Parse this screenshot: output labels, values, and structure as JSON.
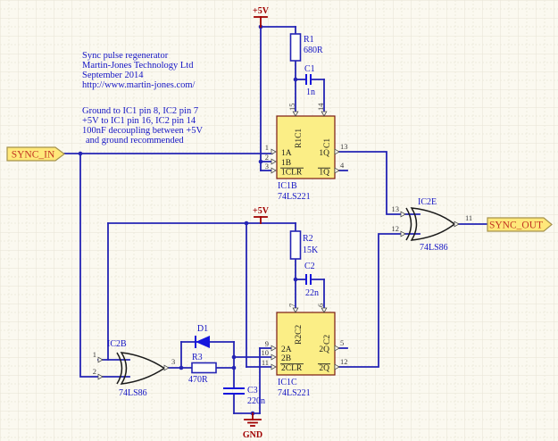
{
  "schematic": {
    "notes": {
      "title_lines": [
        "Sync pulse regenerator",
        "Martin-Jones Technology Ltd",
        "September 2014",
        "http://www.martin-jones.com/"
      ],
      "info_lines": [
        "Ground to IC1 pin 8, IC2 pin 7",
        "+5V to IC1 pin 16, IC2 pin 14",
        "100nF decoupling between +5V",
        "and ground recommended"
      ]
    },
    "ports": {
      "input": "SYNC_IN",
      "output": "SYNC_OUT"
    },
    "power": {
      "vcc_top": "+5V",
      "vcc_mid": "+5V",
      "gnd": "GND"
    },
    "ics": {
      "ic1b": {
        "designator": "IC1B",
        "part": "74LS221",
        "names": {
          "a": "1A",
          "b": "1B",
          "clr": "1CLR",
          "q": "1Q",
          "qb": "1Q",
          "rext": "R1C1",
          "cext": "C1"
        },
        "nums": {
          "a": "1",
          "b": "2",
          "clr": "3",
          "q": "13",
          "qb": "4",
          "rext": "15",
          "cext": "14"
        }
      },
      "ic1c": {
        "designator": "IC1C",
        "part": "74LS221",
        "names": {
          "a": "2A",
          "b": "2B",
          "clr": "2CLR",
          "q": "2Q",
          "qb": "2Q",
          "rext": "R2C2",
          "cext": "C2"
        },
        "nums": {
          "a": "9",
          "b": "10",
          "clr": "11",
          "q": "5",
          "qb": "12",
          "rext": "7",
          "cext": "6"
        }
      },
      "ic2b": {
        "designator": "IC2B",
        "part": "74LS86",
        "nums": {
          "in1": "1",
          "in2": "2",
          "out": "3"
        }
      },
      "ic2e": {
        "designator": "IC2E",
        "part": "74LS86",
        "nums": {
          "in1": "13",
          "in2": "12",
          "out": "11"
        }
      }
    },
    "resistors": {
      "r1": {
        "ref": "R1",
        "value": "680R"
      },
      "r2": {
        "ref": "R2",
        "value": "15K"
      },
      "r3": {
        "ref": "R3",
        "value": "470R"
      }
    },
    "capacitors": {
      "c1": {
        "ref": "C1",
        "value": "1n"
      },
      "c2": {
        "ref": "C2",
        "value": "22n"
      },
      "c3": {
        "ref": "C3",
        "value": "220n"
      }
    },
    "diodes": {
      "d1": {
        "ref": "D1"
      }
    },
    "colors": {
      "wire": "#2424B4",
      "ic_fill": "#FBEE86",
      "ic_border": "#7A1A10",
      "port_fill": "#FFE87A",
      "port_border": "#A5924B",
      "port_text": "#C23522",
      "power": "#A00000",
      "device_blue": "#1515DC",
      "note_text": "#1414C4",
      "background": "#FBF9F0",
      "grid": "#E7E3D5"
    }
  }
}
